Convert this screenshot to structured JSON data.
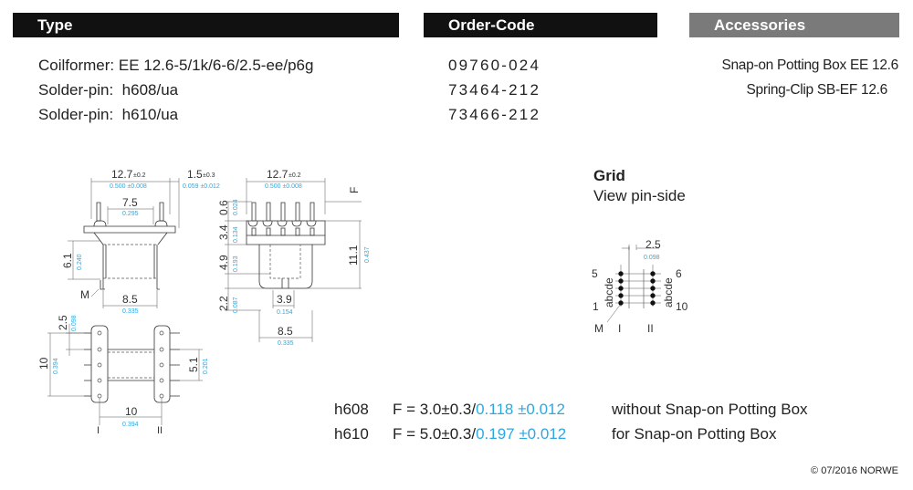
{
  "headers": {
    "type": "Type",
    "order_code": "Order-Code",
    "accessories": "Accessories"
  },
  "header_colors": {
    "type": "#111111",
    "order_code": "#111111",
    "accessories": "#7a7a7a"
  },
  "rows": [
    {
      "label": "Coilformer:",
      "value": "EE 12.6-5/1k/6-6/2.5-ee/p6g",
      "code": "09760-024"
    },
    {
      "label": "Solder-pin:",
      "value": "h608/ua",
      "code": "73464-212"
    },
    {
      "label": "Solder-pin:",
      "value": "h610/ua",
      "code": "73466-212"
    }
  ],
  "accessories": [
    "Snap-on Potting Box EE 12.6",
    "Spring-Clip SB-EF 12.6"
  ],
  "grid": {
    "title": "Grid",
    "subtitle": "View pin-side",
    "pitch": "2.5",
    "pitch_in": "0.098",
    "left_top": "5",
    "left_bottom": "1",
    "right_top": "6",
    "right_bottom": "10",
    "letters": "abcde",
    "marker": "M",
    "side1": "I",
    "side2": "II"
  },
  "side_view": {
    "width": "12.7",
    "width_tol": "±0.2",
    "width_in": "0.500 ±0.008",
    "pin": "1.5",
    "pin_tol": "±0.3",
    "pin_in": "0.059 ±0.012",
    "inner": "7.5",
    "inner_in": "0.295",
    "height": "6.1",
    "height_in": "0.240",
    "bottom": "8.5",
    "bottom_in": "0.335",
    "marker": "M"
  },
  "front_view": {
    "width": "12.7",
    "width_tol": "±0.2",
    "width_in": "0.500 ±0.008",
    "f": "F",
    "d1": "0.6",
    "d1_in": "0.024",
    "d2": "3.4",
    "d2_in": "0.134",
    "d3": "4.9",
    "d3_in": "0.193",
    "d4": "2.2",
    "d4_in": "0.087",
    "total": "11.1",
    "total_in": "0.437",
    "tab": "3.9",
    "tab_in": "0.154",
    "bottom": "8.5",
    "bottom_in": "0.335"
  },
  "bottom_view": {
    "pitch": "2.5",
    "pitch_in": "0.098",
    "height": "10",
    "height_in": "0.394",
    "inner": "5.1",
    "inner_in": "0.201",
    "width": "10",
    "width_in": "0.394",
    "side1": "I",
    "side2": "II"
  },
  "pin_specs": [
    {
      "pin": "h608",
      "f": "F = 3.0±0.3/",
      "f_in": "0.118 ±0.012",
      "note": "without Snap-on Potting Box"
    },
    {
      "pin": "h610",
      "f": "F = 5.0±0.3/",
      "f_in": "0.197 ±0.012",
      "note": "for Snap-on Potting Box"
    }
  ],
  "copyright": "© 07/2016 NORWE",
  "accent_color": "#2ea8e0"
}
